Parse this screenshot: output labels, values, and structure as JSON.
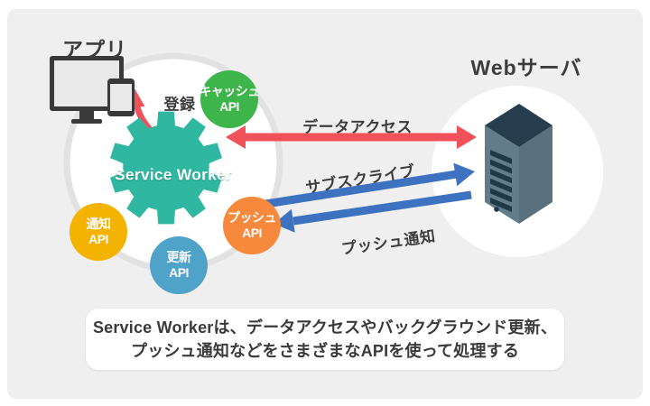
{
  "app": {
    "title": "アプリ"
  },
  "web_server": {
    "title": "Webサーバ"
  },
  "service_worker": {
    "label": "Service Worker"
  },
  "register": {
    "label": "登録"
  },
  "api_badges": [
    {
      "name": "cache-api",
      "line1": "キャッシュ",
      "line2": "API",
      "color": "#3eb54b"
    },
    {
      "name": "notification-api",
      "line1": "通知",
      "line2": "API",
      "color": "#f5b301"
    },
    {
      "name": "update-api",
      "line1": "更新",
      "line2": "API",
      "color": "#4fa2c8"
    },
    {
      "name": "push-api",
      "line1": "プッシュ",
      "line2": "API",
      "color": "#f6893b"
    }
  ],
  "arrows": {
    "data_access": {
      "label": "データアクセス",
      "color": "#f15159",
      "direction": "bidirectional"
    },
    "subscribe": {
      "label": "サブスクライブ",
      "color": "#3d72c1",
      "direction": "app-to-server"
    },
    "push_notification": {
      "label": "プッシュ通知",
      "color": "#3d72c1",
      "direction": "server-to-app"
    },
    "register": {
      "color": "#f15159",
      "direction": "gear-to-app"
    }
  },
  "caption": {
    "line1": "Service Workerは、データアクセスやバックグラウンド更新、",
    "line2": "プッシュ通知などをさまざまなAPIを使って処理する"
  },
  "colors": {
    "canvas_bg": "#efefef",
    "ring": "#e2e2e2",
    "circle_fill": "#ffffff",
    "gear_teal": "#2fb7a1",
    "device_dark": "#3a3a3a",
    "device_screen": "#e9e9e9",
    "server_top": "#253d4d",
    "server_face_left": "#627c8a",
    "server_face_right": "#59717e",
    "server_slat": "#203848",
    "text_dark": "#3d3d3d"
  }
}
